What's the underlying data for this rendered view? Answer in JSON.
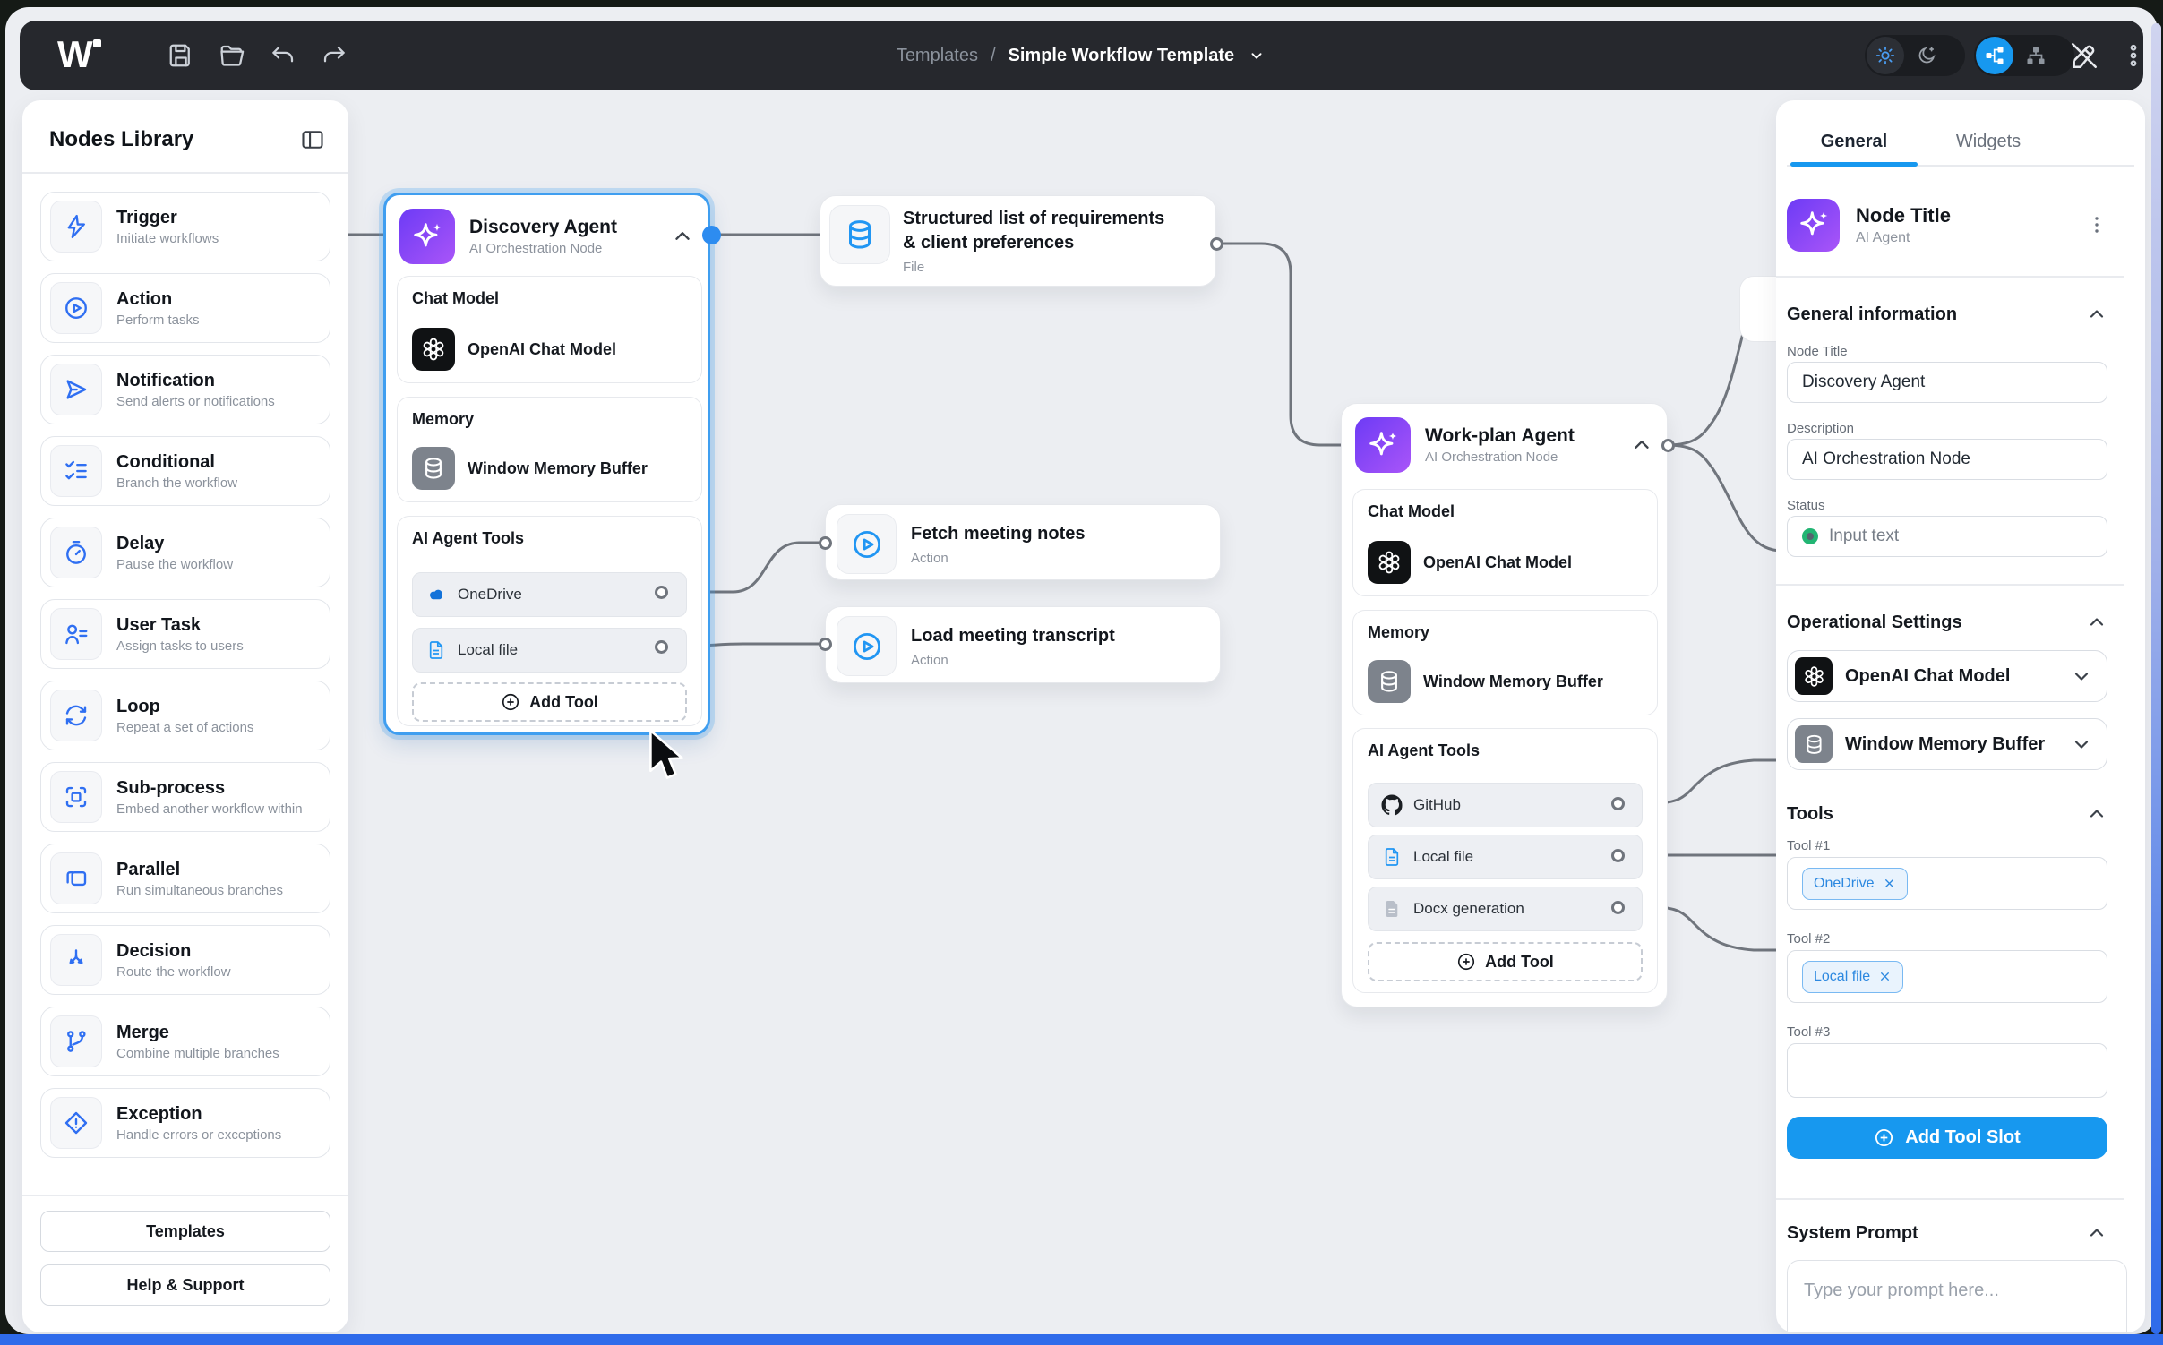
{
  "toolbar": {
    "breadcrumb": {
      "section": "Templates",
      "separator": "/",
      "title": "Simple Workflow Template"
    }
  },
  "sidebar": {
    "title": "Nodes Library",
    "items": [
      {
        "icon": "zap-icon",
        "label": "Trigger",
        "desc": "Initiate workflows"
      },
      {
        "icon": "play-circle-icon",
        "label": "Action",
        "desc": "Perform tasks"
      },
      {
        "icon": "send-icon",
        "label": "Notification",
        "desc": "Send alerts or notifications"
      },
      {
        "icon": "list-checks-icon",
        "label": "Conditional",
        "desc": "Branch the workflow"
      },
      {
        "icon": "timer-icon",
        "label": "Delay",
        "desc": "Pause the workflow"
      },
      {
        "icon": "user-task-icon",
        "label": "User Task",
        "desc": "Assign tasks to users"
      },
      {
        "icon": "loop-icon",
        "label": "Loop",
        "desc": "Repeat a set of actions"
      },
      {
        "icon": "sub-process-icon",
        "label": "Sub-process",
        "desc": "Embed another workflow within"
      },
      {
        "icon": "parallel-icon",
        "label": "Parallel",
        "desc": "Run simultaneous branches"
      },
      {
        "icon": "decision-icon",
        "label": "Decision",
        "desc": "Route the workflow"
      },
      {
        "icon": "merge-icon",
        "label": "Merge",
        "desc": "Combine multiple branches"
      },
      {
        "icon": "exception-icon",
        "label": "Exception",
        "desc": "Handle errors or exceptions"
      }
    ],
    "buttons": {
      "templates": "Templates",
      "help": "Help & Support"
    }
  },
  "canvas": {
    "discovery_agent": {
      "title": "Discovery Agent",
      "subtitle": "AI Orchestration Node",
      "chat_model_label": "Chat Model",
      "chat_model_value": "OpenAI Chat Model",
      "memory_label": "Memory",
      "memory_value": "Window Memory Buffer",
      "tools_label": "AI Agent Tools",
      "tool_1": "OneDrive",
      "tool_2": "Local file",
      "add_tool": "Add Tool"
    },
    "structured_output": {
      "title_line_1": "Structured list of requirements",
      "title_line_2": "& client preferences",
      "subtitle": "File"
    },
    "fetch_notes": {
      "title": "Fetch meeting notes",
      "subtitle": "Action"
    },
    "load_transcript": {
      "title": "Load meeting transcript",
      "subtitle": "Action"
    },
    "workplan_agent": {
      "title": "Work-plan Agent",
      "subtitle": "AI Orchestration Node",
      "chat_model_label": "Chat Model",
      "chat_model_value": "OpenAI Chat Model",
      "memory_label": "Memory",
      "memory_value": "Window Memory Buffer",
      "tools_label": "AI Agent Tools",
      "tool_1": "GitHub",
      "tool_2": "Local file",
      "tool_3": "Docx generation",
      "add_tool": "Add Tool"
    }
  },
  "panel": {
    "tabs": {
      "general": "General",
      "widgets": "Widgets"
    },
    "node_card": {
      "title": "Node Title",
      "subtitle": "AI Agent"
    },
    "general_information": {
      "heading": "General information",
      "node_title_label": "Node Title",
      "node_title_value": "Discovery Agent",
      "description_label": "Description",
      "description_value": "AI Orchestration Node",
      "status_label": "Status",
      "status_value": "Input text"
    },
    "operational_settings": {
      "heading": "Operational Settings",
      "chat_model": "OpenAI Chat Model",
      "memory": "Window Memory Buffer"
    },
    "tools": {
      "heading": "Tools",
      "tool_1_label": "Tool #1",
      "tool_1_chip": "OneDrive",
      "tool_2_label": "Tool #2",
      "tool_2_chip": "Local file",
      "tool_3_label": "Tool #3",
      "add_button": "Add Tool Slot"
    },
    "system_prompt": {
      "heading": "System Prompt",
      "placeholder": "Type your prompt here..."
    }
  },
  "colors": {
    "accent_blue": "#1798ef",
    "selection_blue": "#3f9ef0",
    "edge_gray": "#70757d",
    "status_green": "#22b573",
    "agent_purple_start": "#6d3bf5",
    "agent_purple_end": "#a955f8",
    "onedrive_blue": "#1272d9",
    "bottom_bar_blue": "#2f6bea",
    "toolbar_dark": "#26282d",
    "canvas_bg": "#eceef2"
  }
}
